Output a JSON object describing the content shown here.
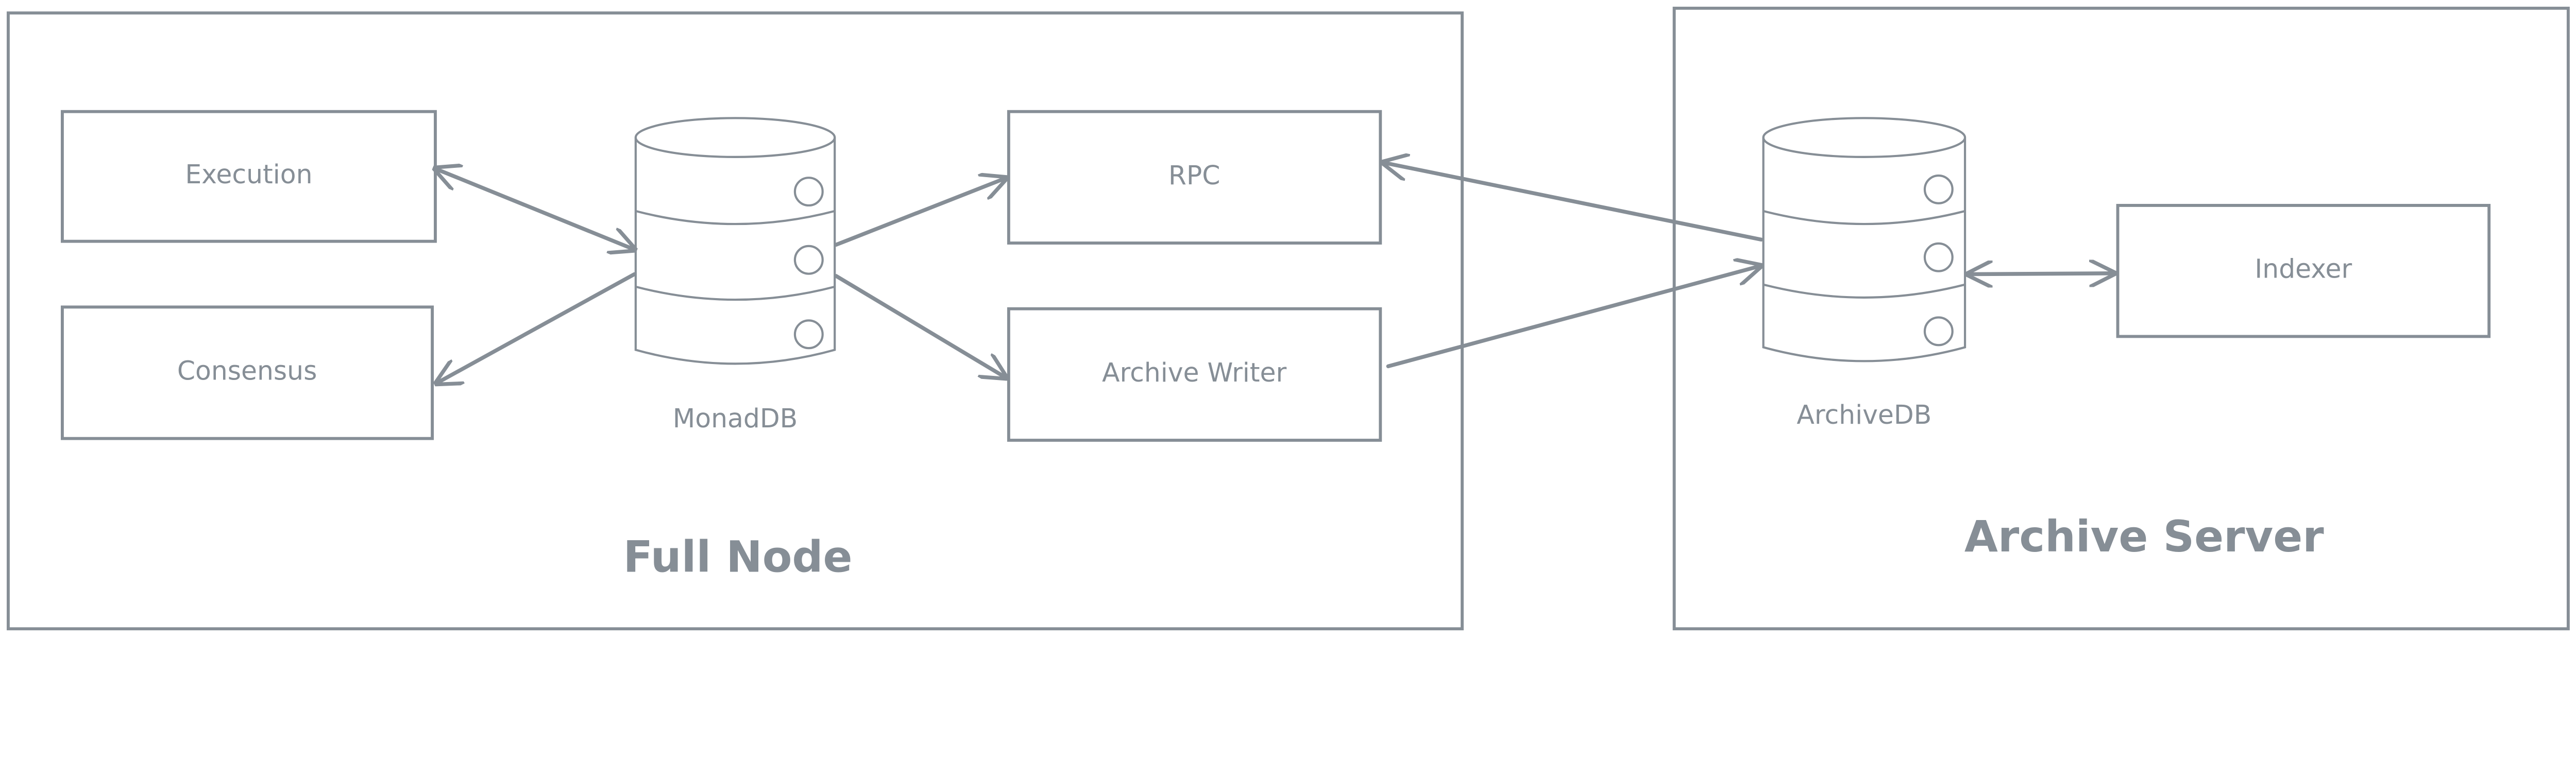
{
  "stroke_color": "#868e96",
  "groups": {
    "full_node": {
      "title": "Full Node"
    },
    "archive_server": {
      "title": "Archive Server"
    }
  },
  "nodes": {
    "execution": "Execution",
    "consensus": "Consensus",
    "monaddb": "MonadDB",
    "rpc": "RPC",
    "archive_writer": "Archive Writer",
    "archivedb": "ArchiveDB",
    "indexer": "Indexer"
  },
  "edges": [
    {
      "from": "Execution",
      "to": "MonadDB",
      "direction": "both"
    },
    {
      "from": "MonadDB",
      "to": "Consensus",
      "direction": "forward"
    },
    {
      "from": "MonadDB",
      "to": "RPC",
      "direction": "forward"
    },
    {
      "from": "MonadDB",
      "to": "Archive Writer",
      "direction": "forward"
    },
    {
      "from": "ArchiveDB",
      "to": "RPC",
      "direction": "forward"
    },
    {
      "from": "Archive Writer",
      "to": "ArchiveDB",
      "direction": "forward"
    },
    {
      "from": "ArchiveDB",
      "to": "Indexer",
      "direction": "both"
    }
  ]
}
